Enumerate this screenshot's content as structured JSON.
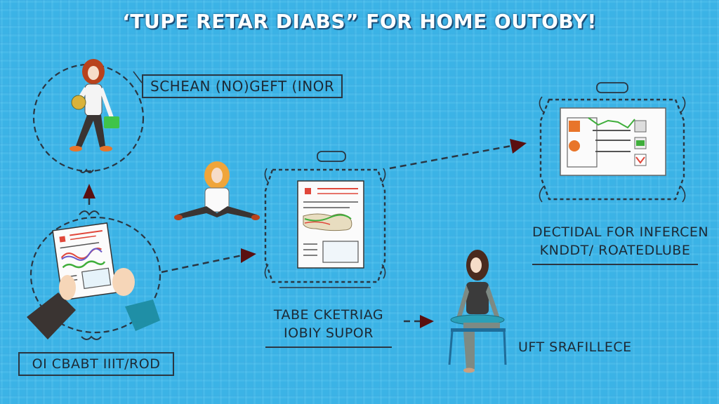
{
  "title": "‘TUPE RETAR DIABS” FOR HOME OUTOBY!",
  "colors": {
    "background": "#3bb3e6",
    "grid_line": "#2a9fd6",
    "ink": "#2a3642",
    "arrow_head": "#5a1010",
    "title_text": "#ffffff",
    "title_shadow": "#1a4f7a",
    "accent_red": "#e0473a",
    "accent_green": "#3fae3b",
    "accent_orange": "#e8752a"
  },
  "nodes": [
    {
      "id": "woman-walking",
      "icon": "woman-walking-with-bag-icon",
      "label": "SCHEAN (NO)GEFT (INOR",
      "label_style": "boxed"
    },
    {
      "id": "hands-document",
      "icon": "hands-holding-report-icon",
      "label": "OI CBABT IIIT/ROD",
      "label_style": "boxed"
    },
    {
      "id": "woman-sitting-floor",
      "icon": "woman-sitting-cross-legged-icon",
      "label": ""
    },
    {
      "id": "center-document",
      "icon": "report-document-icon",
      "label_lines": [
        "TABE CKETRIAG",
        "IOBIY SUPOR"
      ],
      "label_style": "underlined"
    },
    {
      "id": "dashboard-screen",
      "icon": "dashboard-chart-icon",
      "label_lines": [
        "DECTIDAL FOR INFERCEN",
        "KNDDT/ ROATEDLUBE"
      ],
      "label_style": "underlined"
    },
    {
      "id": "woman-seated-chair",
      "icon": "woman-seated-with-tablet-icon",
      "label": "UFT SRAFILLECE"
    }
  ],
  "arrows": [
    {
      "from": "hands-document",
      "to": "woman-walking",
      "direction": "up"
    },
    {
      "from": "hands-document",
      "to": "center-document",
      "direction": "right"
    },
    {
      "from": "center-document",
      "to": "dashboard-screen",
      "direction": "up-right"
    },
    {
      "from": "center-document",
      "to": "woman-seated-chair",
      "direction": "right"
    }
  ]
}
